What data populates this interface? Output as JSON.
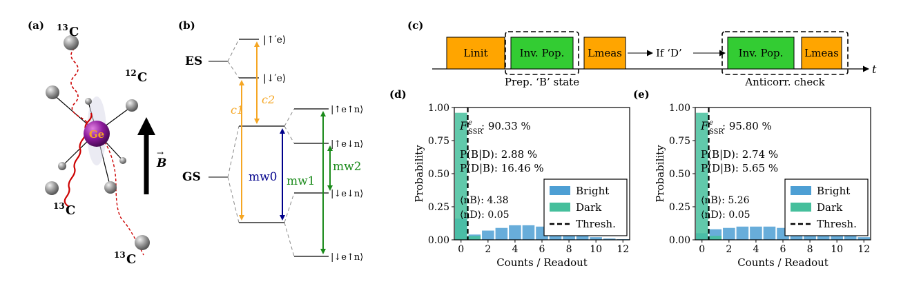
{
  "panels": {
    "a": {
      "label": "(a)",
      "atoms": {
        "c13_top": "13",
        "c12": "12",
        "c13_left": "13",
        "c13_bottom": "13",
        "carbon": "C",
        "ge": "Ge"
      },
      "field": {
        "B": "B",
        "arrow": "→"
      }
    },
    "b": {
      "label": "(b)",
      "es": "ES",
      "gs": "GS",
      "es_up": "|↑′e⟩",
      "es_down": "|↓′e⟩",
      "gs_levels": [
        "|↑e↑n⟩",
        "|↑e↓n⟩",
        "|↓e↓n⟩",
        "|↓e↑n⟩"
      ],
      "transitions": [
        "c1",
        "c2",
        "mw0",
        "mw1",
        "mw2"
      ],
      "colors": {
        "optical": "#f5a623",
        "mw0": "#00008b",
        "mw1": "#1a8a1a"
      }
    },
    "c": {
      "label": "(c)",
      "blocks": [
        "Linit",
        "Inv. Pop.",
        "Lmeas",
        "Inv. Pop.",
        "Lmeas"
      ],
      "cond": "If ‘D’",
      "time": "t",
      "prep": "Prep. ‘B’ state",
      "anti": "Anticorr. check",
      "colors": {
        "laser": "#ffa500",
        "mw": "#33cc33"
      }
    },
    "d": {
      "label": "(d)",
      "fid_name": "F",
      "fid_value": ": 90.33 %",
      "pbd": "P(B|D): 2.88 %",
      "pdb": "P(D|B): 16.46 %",
      "nb": "⟨nB⟩: 4.38",
      "nd": "⟨nD⟩: 0.05"
    },
    "e": {
      "label": "(e)",
      "fid_name": "F",
      "fid_value": ": 95.80 %",
      "pbd": "P(B|D): 2.74 %",
      "pdb": "P(D|B): 5.65 %",
      "nb": "⟨nB⟩: 5.26",
      "nd": "⟨nD⟩: 0.05"
    }
  },
  "chart_data": [
    {
      "type": "bar",
      "panel": "d",
      "xlabel": "Counts / Readout",
      "ylabel": "Probability",
      "xlim": [
        -0.5,
        12.5
      ],
      "ylim": [
        0,
        1.0
      ],
      "xticks": [
        0,
        2,
        4,
        6,
        8,
        10,
        12
      ],
      "yticks": [
        0.0,
        0.25,
        0.5,
        0.75,
        1.0
      ],
      "threshold": 0.5,
      "series": [
        {
          "name": "Bright",
          "color": "#4d9fd4",
          "x": [
            0,
            1,
            2,
            3,
            4,
            5,
            6,
            7,
            8,
            9,
            10,
            11,
            12
          ],
          "values": [
            0.16,
            0.04,
            0.07,
            0.09,
            0.11,
            0.11,
            0.1,
            0.08,
            0.06,
            0.04,
            0.02,
            0.01,
            0.005
          ]
        },
        {
          "name": "Dark",
          "color": "#45bf9c",
          "x": [
            0,
            1,
            2,
            3,
            4,
            5,
            6,
            7,
            8,
            9,
            10,
            11,
            12
          ],
          "values": [
            0.96,
            0.03,
            0.002,
            0,
            0,
            0,
            0,
            0,
            0,
            0,
            0,
            0,
            0
          ]
        }
      ],
      "legend": [
        "Bright",
        "Dark",
        "Thresh."
      ],
      "legend_position": "lower-right"
    },
    {
      "type": "bar",
      "panel": "e",
      "xlabel": "Counts / Readout",
      "ylabel": "Probability",
      "xlim": [
        -0.5,
        12.5
      ],
      "ylim": [
        0,
        1.0
      ],
      "xticks": [
        0,
        2,
        4,
        6,
        8,
        10,
        12
      ],
      "yticks": [
        0.0,
        0.25,
        0.5,
        0.75,
        1.0
      ],
      "threshold": 0.5,
      "series": [
        {
          "name": "Bright",
          "color": "#4d9fd4",
          "x": [
            0,
            1,
            2,
            3,
            4,
            5,
            6,
            7,
            8,
            9,
            10,
            11,
            12
          ],
          "values": [
            0.05,
            0.08,
            0.09,
            0.1,
            0.1,
            0.1,
            0.09,
            0.08,
            0.07,
            0.05,
            0.04,
            0.03,
            0.02
          ]
        },
        {
          "name": "Dark",
          "color": "#45bf9c",
          "x": [
            0,
            1,
            2,
            3,
            4,
            5,
            6,
            7,
            8,
            9,
            10,
            11,
            12
          ],
          "values": [
            0.96,
            0.03,
            0.002,
            0,
            0,
            0,
            0,
            0,
            0,
            0,
            0,
            0,
            0
          ]
        }
      ],
      "legend": [
        "Bright",
        "Dark",
        "Thresh."
      ],
      "legend_position": "lower-right"
    }
  ]
}
